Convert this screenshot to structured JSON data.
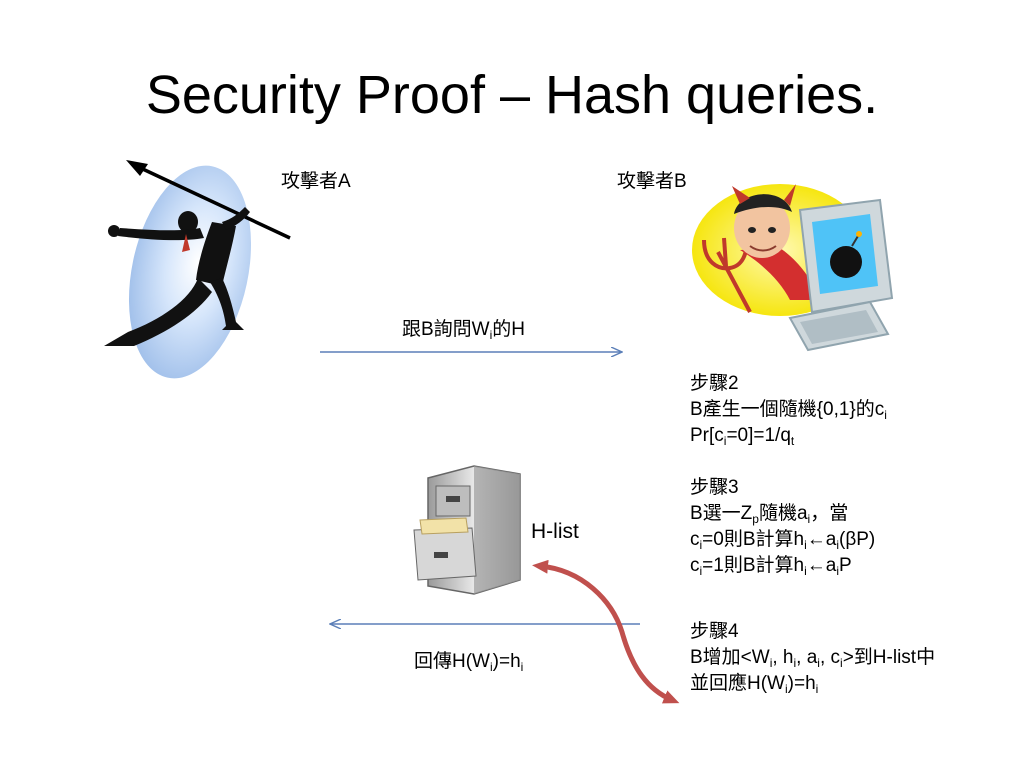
{
  "title": "Security Proof – Hash queries.",
  "attacker_a": {
    "label": "攻擊者A"
  },
  "attacker_b": {
    "label": "攻擊者B"
  },
  "query_arrow": {
    "pre": "跟B詢問W",
    "sub": "i",
    "post": "的H"
  },
  "return_arrow": {
    "pre": "回傳H(W",
    "sub": "i",
    "mid": ")=h",
    "sub2": "i"
  },
  "hlist_label": "H-list",
  "step2": {
    "heading": "步驟2",
    "line1": {
      "pre": "B產生一個隨機{0,1}的c",
      "sub": "i"
    },
    "line2": {
      "pre": "Pr[c",
      "sub": "i",
      "mid": "=0]=1/q",
      "sub2": "t"
    }
  },
  "step3": {
    "heading": "步驟3",
    "line1": {
      "pre": "B選一Z",
      "sub": "p",
      "mid": "隨機a",
      "sub2": "i",
      "post": "，當"
    },
    "line2": {
      "a": "c",
      "s1": "i",
      "b": "=0則B計算h",
      "s2": "i",
      "c": "←a",
      "s3": "i",
      "d": "(βP)"
    },
    "line3": {
      "a": "c",
      "s1": "i",
      "b": "=1則B計算h",
      "s2": "i",
      "c": "←a",
      "s3": "i",
      "d": "P"
    }
  },
  "step4": {
    "heading": "步驟4",
    "line1": {
      "a": "B增加<W",
      "s1": "i",
      "b": ", h",
      "s2": "i",
      "c": ", a",
      "s3": "i",
      "d": ", c",
      "s4": "i",
      "e": ">到H-list中"
    },
    "line2": {
      "a": "並回應H(W",
      "s1": "i",
      "b": ")=h",
      "s2": "i"
    }
  },
  "colors": {
    "arrow": "#5b7fb8",
    "curve_arrow": "#c0504d"
  },
  "icons": [
    "javelin-thrower-icon",
    "devil-computer-icon",
    "file-cabinet-icon"
  ]
}
